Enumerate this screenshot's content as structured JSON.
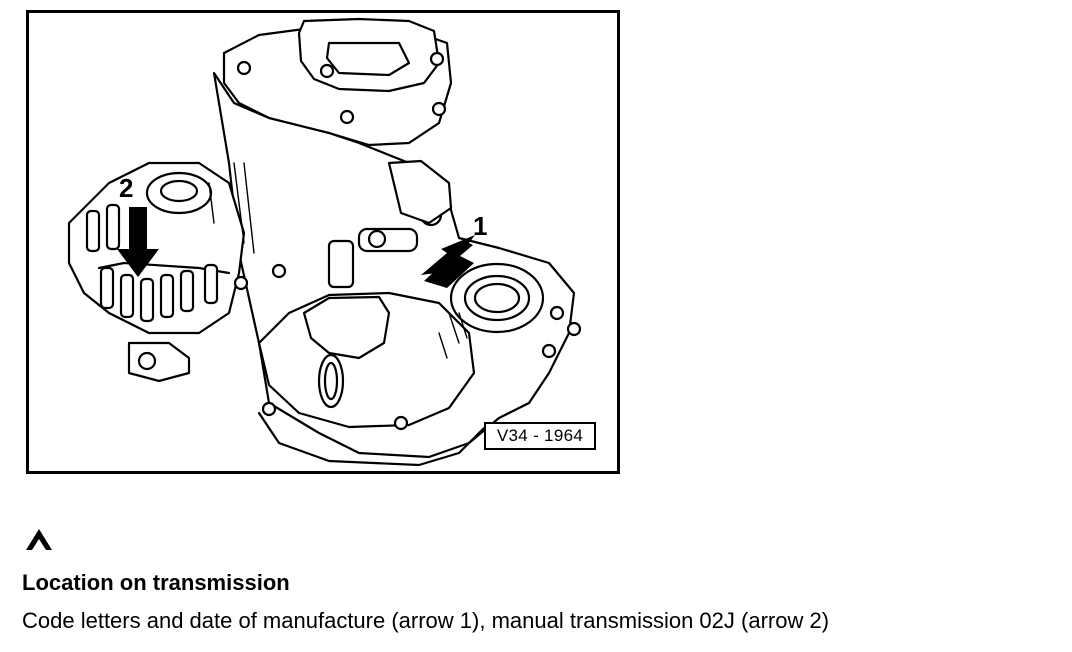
{
  "figure": {
    "figure_id": "V34 - 1964",
    "arrow_1_label": "1",
    "arrow_2_label": "2"
  },
  "marker_icon": "warning-chevron-icon",
  "caption": {
    "title": "Location on transmission",
    "body": "Code letters and date of manufacture (arrow 1), manual transmission 02J (arrow 2)"
  }
}
